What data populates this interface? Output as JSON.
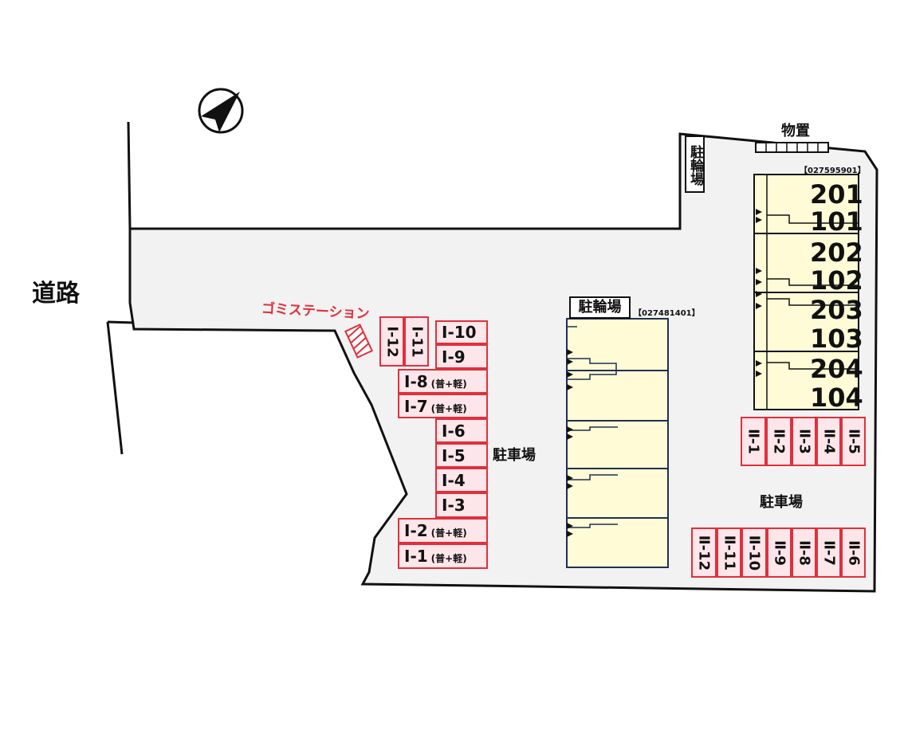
{
  "road_label": "道路",
  "garbage_label": "ゴミステーション",
  "storage_label": "物置",
  "bike_parking_label": "駐輪場",
  "bike_parking_left_label": "駐輪場",
  "parking_label_1": "駐車場",
  "parking_label_2": "駐車場",
  "building_code_1": "【027595901】",
  "building_code_2": "【027481401】",
  "units": [
    "201",
    "101",
    "202",
    "102",
    "203",
    "103",
    "204",
    "104"
  ],
  "lot1_horizontal": [
    {
      "num": "Ⅰ-10",
      "note": ""
    },
    {
      "num": "Ⅰ-9",
      "note": ""
    },
    {
      "num": "Ⅰ-8",
      "note": "(普+軽)"
    },
    {
      "num": "Ⅰ-7",
      "note": "(普+軽)"
    },
    {
      "num": "Ⅰ-6",
      "note": ""
    },
    {
      "num": "Ⅰ-5",
      "note": ""
    },
    {
      "num": "Ⅰ-4",
      "note": ""
    },
    {
      "num": "Ⅰ-3",
      "note": ""
    },
    {
      "num": "Ⅰ-2",
      "note": "(普+軽)"
    },
    {
      "num": "Ⅰ-1",
      "note": "(普+軽)"
    }
  ],
  "lot1_vertical": [
    "Ⅰ-12",
    "Ⅰ-11"
  ],
  "lot2_top": [
    "Ⅱ-1",
    "Ⅱ-2",
    "Ⅱ-3",
    "Ⅱ-4",
    "Ⅱ-5"
  ],
  "lot2_bottom": [
    "Ⅱ-12",
    "Ⅱ-11",
    "Ⅱ-10",
    "Ⅱ-9",
    "Ⅱ-8",
    "Ⅱ-7",
    "Ⅱ-6"
  ],
  "colors": {
    "site": "#f2f2f2",
    "building": "#fffbd6",
    "slot_fill": "#fde6ea",
    "slot_border": "#e0303c",
    "garbage": "#e0303c"
  },
  "icons": {
    "compass": "north-arrow-icon"
  }
}
